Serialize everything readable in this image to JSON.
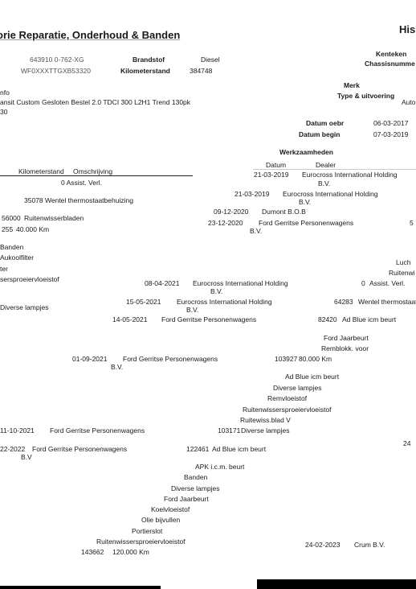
{
  "header": {
    "title": "orie Reparatie, Onderhoud & Banden",
    "title_right": "His"
  },
  "vehicle": {
    "left_code": "643910 0-762-XG",
    "left_vin": "WF0XXXTTGXB53320",
    "brandstof_label": "Brandstof",
    "brandstof_value": "Diesel",
    "km_label": "Kilometerstand",
    "km_value": "384748",
    "kenteken_label": "Kenteken",
    "chassis_label": "Chassisnumme",
    "merk_label": "Merk",
    "type_label": "Type & uitvoering",
    "type_value_partial": "Auto",
    "info_label": "nfo",
    "model": "ansit Custom Gesloten Bestel 2.0 TDCI 300 L2H1 Trend 130pk",
    "model_sub": "30",
    "datum_oebr_label": "Datum oebr",
    "datum_oebr_value": "06-03-2017",
    "datum_begin_label": "Datum begin",
    "datum_begin_value": "07-03-2019"
  },
  "left_table": {
    "col_km": "Kilometerstand",
    "col_omschrijving": "Omschrijving",
    "row1": "0 Assist. Verl.",
    "row2": "35078 Wentel thermostaatbehuizing",
    "row3_a": "56000",
    "row3_b": "Ruitenwisserbladen",
    "row4_a": "255",
    "row4_b": "40.000 Km",
    "items": [
      "Banden",
      "Aukoolfilter",
      "ter",
      "sersproeiervloeistof",
      "Diverse lampjes"
    ]
  },
  "werkzaamheden": {
    "title": "Werkzaamheden",
    "col_datum": "Datum",
    "col_dealer": "Dealer",
    "rows": [
      {
        "date": "21-03-2019",
        "dealer": "Eurocross International Holding",
        "dealer2": "B.V."
      },
      {
        "date": "21-03-2019",
        "dealer": "Eurocross International Holding",
        "dealer2": "B.V."
      },
      {
        "date": "09-12-2020",
        "dealer": "Dumont B.O.B",
        "dealer2": ""
      },
      {
        "date": "23-12-2020",
        "dealer": "Ford Gerritse Personenwagens",
        "dealer2": "B.V."
      }
    ],
    "row4_extra": "5"
  },
  "right_items": [
    "Luch",
    "Ruitenwi"
  ],
  "mid_rows": [
    {
      "date": "08-04-2021",
      "dealer": "Eurocross International Holding",
      "dealer2": "B.V.",
      "km": "0",
      "desc": "Assist. Verl."
    },
    {
      "date": "15-05-2021",
      "dealer": "Eurocross International Holding",
      "dealer2": "B.V.",
      "km": "64283",
      "desc": "Wentel thermostaat"
    },
    {
      "date": "14-05-2021",
      "dealer": "Ford Gerritse Personenwagens",
      "dealer2": "",
      "km": "82420",
      "desc": "Ad Blue icm beurt"
    }
  ],
  "mid_items": [
    "Ford Jaarbeurt",
    "Remblokk. voor"
  ],
  "row_sept": {
    "date": "01-09-2021",
    "dealer": "Ford Gerritse Personenwagens",
    "dealer2": "B.V.",
    "km": "103927",
    "desc": "80.000 Km"
  },
  "sept_items": [
    "Ad Blue icm beurt",
    "Diverse lampjes",
    "Remvloeistof",
    "Ruitenwissersproeiervloeistof",
    "Ruitewiss.blad V"
  ],
  "row_a": {
    "date": "11-10-2021",
    "dealer": "Ford Gerritse Personenwagens",
    "dealer2": "",
    "km": "103171",
    "desc": "Diverse lampjes"
  },
  "row_b": {
    "date": "22-2022",
    "dealer": "Ford Gerritse Personenwagens",
    "dealer2": "B.V",
    "km": "122461",
    "desc": "Ad Blue icm beurt"
  },
  "row_b_right": "24",
  "final_items": [
    "APK i.c.m. beurt",
    "Banden",
    "Diverse lampjes",
    "Ford Jaarbeurt",
    "Koelvloeistof",
    "Olie bijvullen",
    "Portierslot",
    "Ruitenwissersproeiervloeistof"
  ],
  "final_row": {
    "km": "143662",
    "desc": "120.000 Km",
    "date": "24-02-2023",
    "dealer": "Crum B.V."
  }
}
